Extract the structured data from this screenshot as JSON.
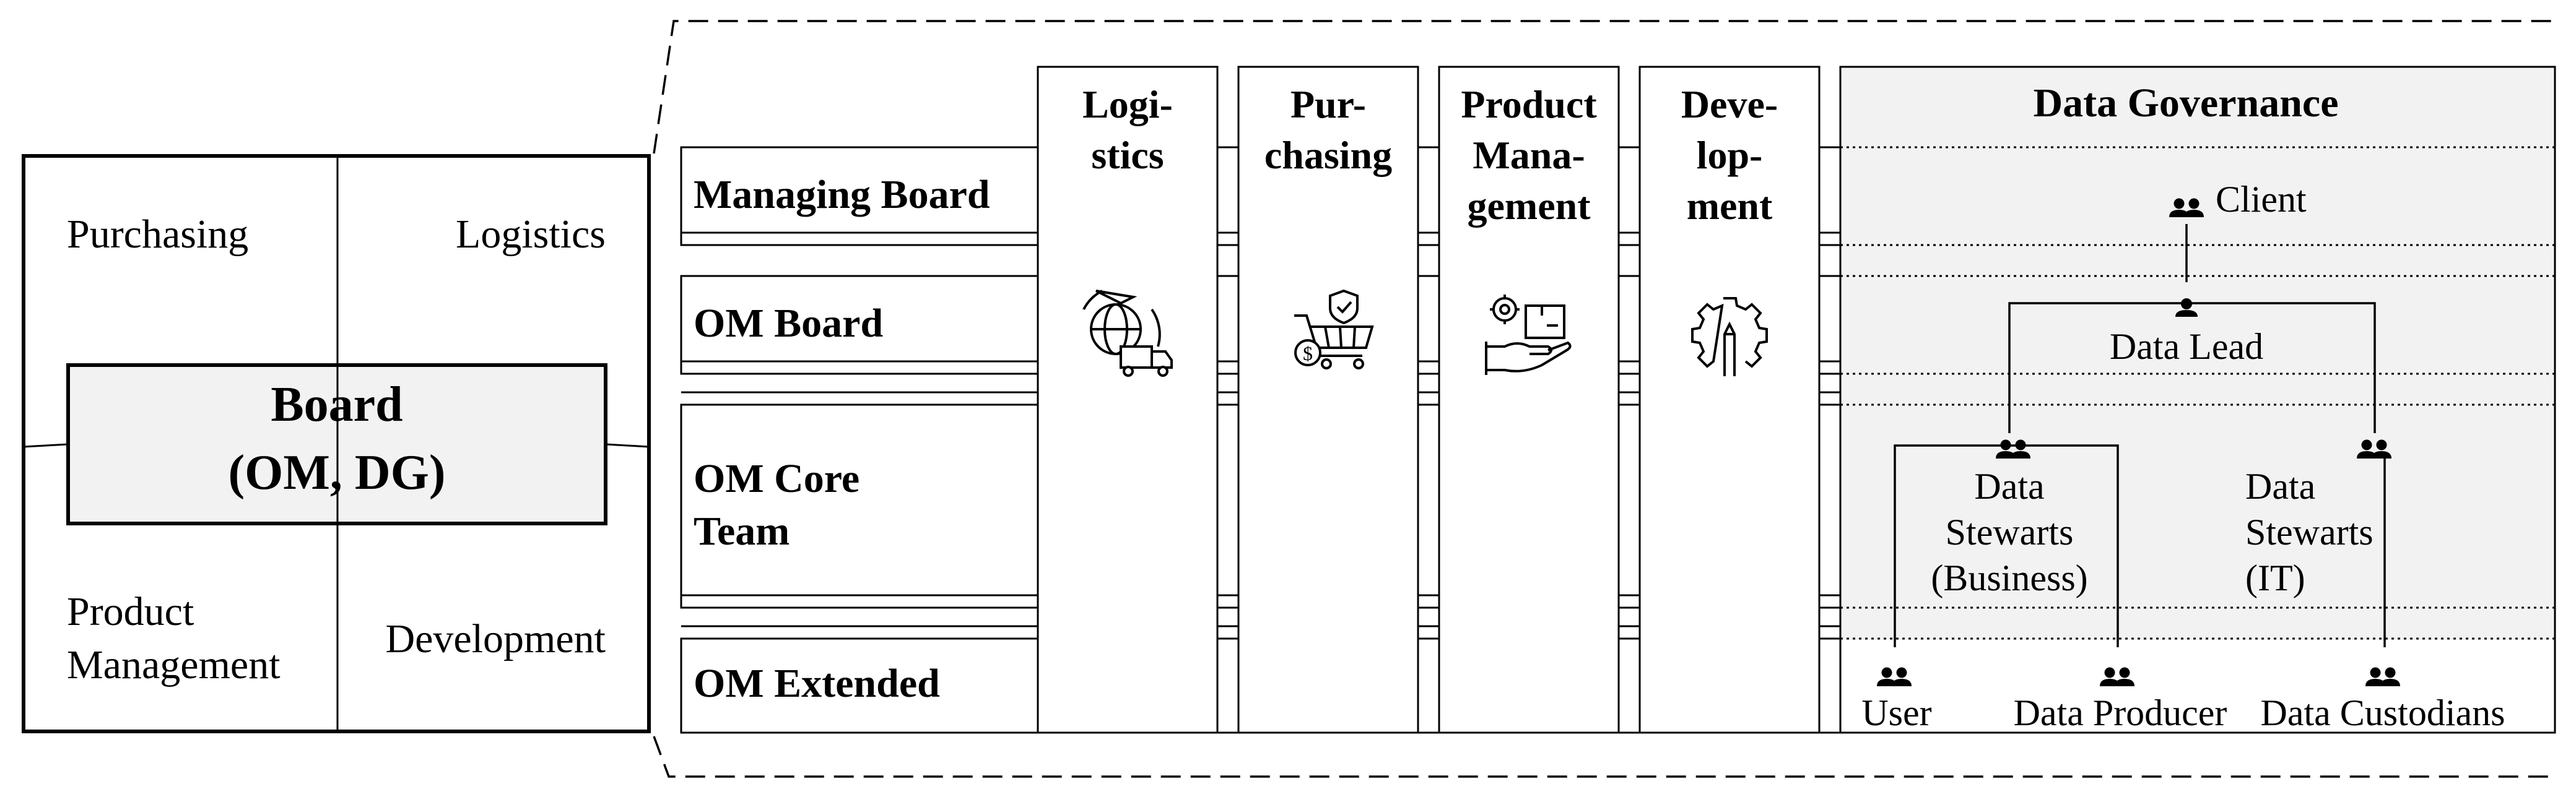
{
  "left_quadrant": {
    "tl": "Purchasing",
    "tr": "Logistics",
    "bl_line1": "Product",
    "bl_line2": "Management",
    "br": "Development"
  },
  "board": {
    "line1": "Board",
    "line2": "(OM, DG)"
  },
  "rows": {
    "managing_board": "Managing Board",
    "om_board": "OM Board",
    "om_core_line1": "OM Core",
    "om_core_line2": "Team",
    "om_extended": "OM Extended"
  },
  "columns": {
    "logistics": [
      "Logi-",
      "stics"
    ],
    "purchasing": [
      "Pur-",
      "chasing"
    ],
    "product_management": [
      "Product",
      "Mana-",
      "gement"
    ],
    "development": [
      "Deve-",
      "lop-",
      "ment"
    ]
  },
  "icons": {
    "logistics": "logistics-globe-truck-icon",
    "purchasing": "shopping-cart-shield-icon",
    "product_management": "hand-box-gear-icon",
    "development": "gear-pencil-icon",
    "roles_group": "people-icon",
    "role_single": "person-icon"
  },
  "data_governance": {
    "title": "Data Governance",
    "client": "Client",
    "data_lead": "Data Lead",
    "stewards_business": [
      "Data",
      "Stewarts",
      "(Business)"
    ],
    "stewards_it": [
      "Data",
      "Stewarts",
      "(IT)"
    ],
    "user": "User",
    "data_producer": "Data Producer",
    "data_custodians": "Data Custodians"
  },
  "colors": {
    "stroke": "#000000",
    "panel_fill": "#f2f2f2",
    "background": "#ffffff"
  }
}
